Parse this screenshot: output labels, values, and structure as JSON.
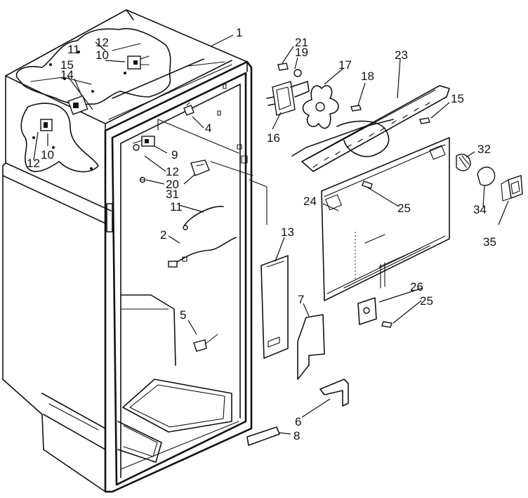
{
  "callouts": [
    {
      "id": "1",
      "label": "1"
    },
    {
      "id": "2",
      "label": "2"
    },
    {
      "id": "4",
      "label": "4"
    },
    {
      "id": "5",
      "label": "5"
    },
    {
      "id": "6",
      "label": "6"
    },
    {
      "id": "7",
      "label": "7"
    },
    {
      "id": "8",
      "label": "8"
    },
    {
      "id": "9",
      "label": "9"
    },
    {
      "id": "10a",
      "label": "10"
    },
    {
      "id": "10b",
      "label": "10"
    },
    {
      "id": "11a",
      "label": "11"
    },
    {
      "id": "11b",
      "label": "11"
    },
    {
      "id": "12a",
      "label": "12"
    },
    {
      "id": "12b",
      "label": "12"
    },
    {
      "id": "12c",
      "label": "12"
    },
    {
      "id": "13",
      "label": "13"
    },
    {
      "id": "14",
      "label": "14"
    },
    {
      "id": "15a",
      "label": "15"
    },
    {
      "id": "15b",
      "label": "15"
    },
    {
      "id": "16",
      "label": "16"
    },
    {
      "id": "17",
      "label": "17"
    },
    {
      "id": "18",
      "label": "18"
    },
    {
      "id": "19",
      "label": "19"
    },
    {
      "id": "20",
      "label": "20"
    },
    {
      "id": "21",
      "label": "21"
    },
    {
      "id": "23",
      "label": "23"
    },
    {
      "id": "24",
      "label": "24"
    },
    {
      "id": "25a",
      "label": "25"
    },
    {
      "id": "25b",
      "label": "25"
    },
    {
      "id": "26",
      "label": "26"
    },
    {
      "id": "31",
      "label": "31"
    },
    {
      "id": "32",
      "label": "32"
    },
    {
      "id": "34",
      "label": "34"
    },
    {
      "id": "35",
      "label": "35"
    }
  ]
}
